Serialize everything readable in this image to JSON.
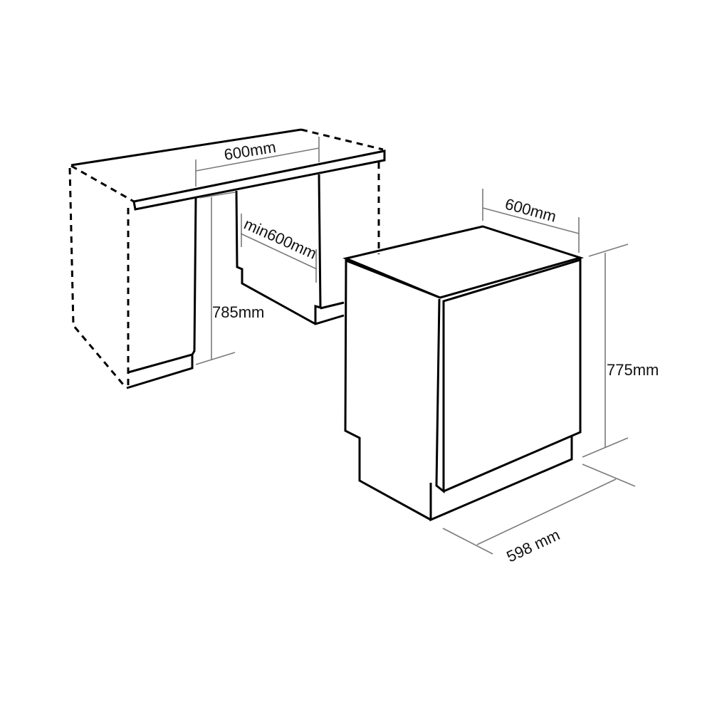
{
  "cabinet": {
    "width_label": "600mm",
    "depth_label": "min600mm",
    "height_label": "785mm"
  },
  "appliance": {
    "depth_label": "600mm",
    "height_label": "775mm",
    "width_label": "598 mm"
  },
  "colors": {
    "outline": "#000000",
    "dimension_line": "#7a7a7a"
  }
}
